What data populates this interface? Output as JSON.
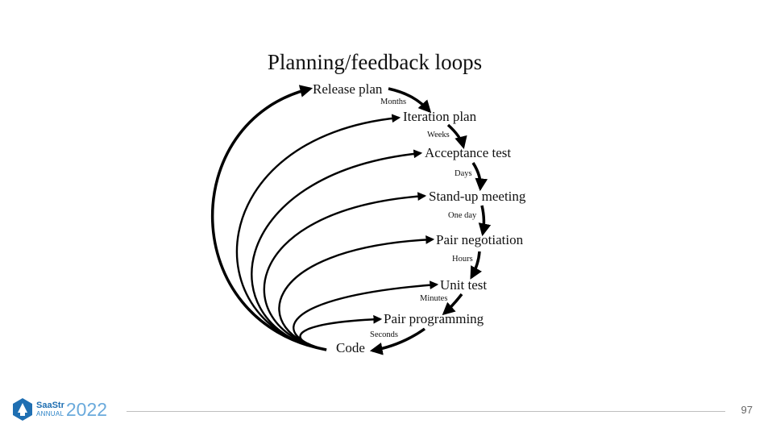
{
  "title": "Planning/feedback loops",
  "nodes": [
    {
      "label": "Release plan"
    },
    {
      "label": "Iteration plan"
    },
    {
      "label": "Acceptance test"
    },
    {
      "label": "Stand-up meeting"
    },
    {
      "label": "Pair negotiation"
    },
    {
      "label": "Unit test"
    },
    {
      "label": "Pair programming"
    },
    {
      "label": "Code"
    }
  ],
  "edges": [
    {
      "label": "Months"
    },
    {
      "label": "Weeks"
    },
    {
      "label": "Days"
    },
    {
      "label": "One day"
    },
    {
      "label": "Hours"
    },
    {
      "label": "Minutes"
    },
    {
      "label": "Seconds"
    }
  ],
  "footer": {
    "brand": "SaaStr",
    "annual": "ANNUAL",
    "year": "2022",
    "page_number": "97"
  },
  "colors": {
    "brand_blue": "#1f6fb2",
    "year_blue": "#6aaadc",
    "line_gray": "#bfbfbf"
  }
}
